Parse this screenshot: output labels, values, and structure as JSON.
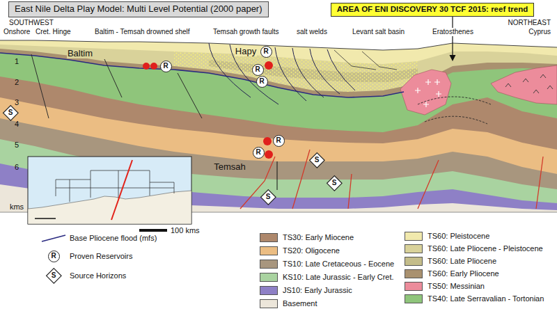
{
  "diagram": {
    "title": "East Nile Delta Play Model: Multi Level Potential (2000 paper)",
    "nodes": [
      {
        "text": [
          "AREA OF ENI DISCOVERY 30 TCF 2015: reef trend"
        ]
      },
      {
        "text": [
          "R"
        ]
      },
      {
        "text": [
          "R"
        ]
      },
      {
        "text": [
          "R"
        ]
      },
      {
        "text": [
          "R"
        ]
      },
      {
        "text": [
          "S"
        ]
      },
      {
        "text": [
          "R"
        ]
      },
      {
        "text": [
          "R"
        ]
      },
      {
        "text": [
          "S"
        ]
      },
      {
        "text": [
          "S"
        ]
      },
      {
        "text": [
          "S"
        ]
      },
      {
        "text": [
          "R"
        ]
      },
      {
        "text": [
          "S"
        ]
      }
    ],
    "labels": [
      "SOUTHWEST",
      "Onshore",
      "Cret. Hinge",
      "Baltim - Temsah drowned shelf",
      "Temsah growth faults",
      "salt welds",
      "Levant salt basin",
      "Eratosthenes",
      "NORTHEAST",
      "Cyprus",
      "1",
      "2",
      "3",
      "4",
      "5",
      "6",
      "kms",
      "Baltim",
      "Hapy",
      "Temsah",
      "100 kms"
    ],
    "legend": [
      {
        "text": "Base Pliocene flood (mfs)"
      },
      {
        "text": "Proven Reservoirs"
      },
      {
        "text": "Source Horizons"
      },
      {
        "text": "TS30: Early Miocene",
        "color": "#ae886c"
      },
      {
        "text": "TS20: Oligocene",
        "color": "#ebbd83"
      },
      {
        "text": "TS10: Late Cretaceous - Eocene",
        "color": "#a8967e"
      },
      {
        "text": "KS10: Late Jurassic - Early Cret.",
        "color": "#a9d3a0"
      },
      {
        "text": "JS10: Early Jurassic",
        "color": "#8e80c6"
      },
      {
        "text": "Basement",
        "color": "#ece6da"
      },
      {
        "text": "TS60: Pleistocene",
        "color": "#f1e9ad"
      },
      {
        "text": "TS60: Late Pliocene - Pleistocene",
        "color": "#d9d29a"
      },
      {
        "text": "TS60: Late Pliocene",
        "color": "#c4bd8a"
      },
      {
        "text": "TS60: Early Pliocene",
        "color": "#a9916f"
      },
      {
        "text": "TS50: Messinian",
        "color": "#ec8c9b"
      },
      {
        "text": "TS40: Late Serravalian - Tortonian",
        "color": "#8fc57b"
      }
    ]
  }
}
